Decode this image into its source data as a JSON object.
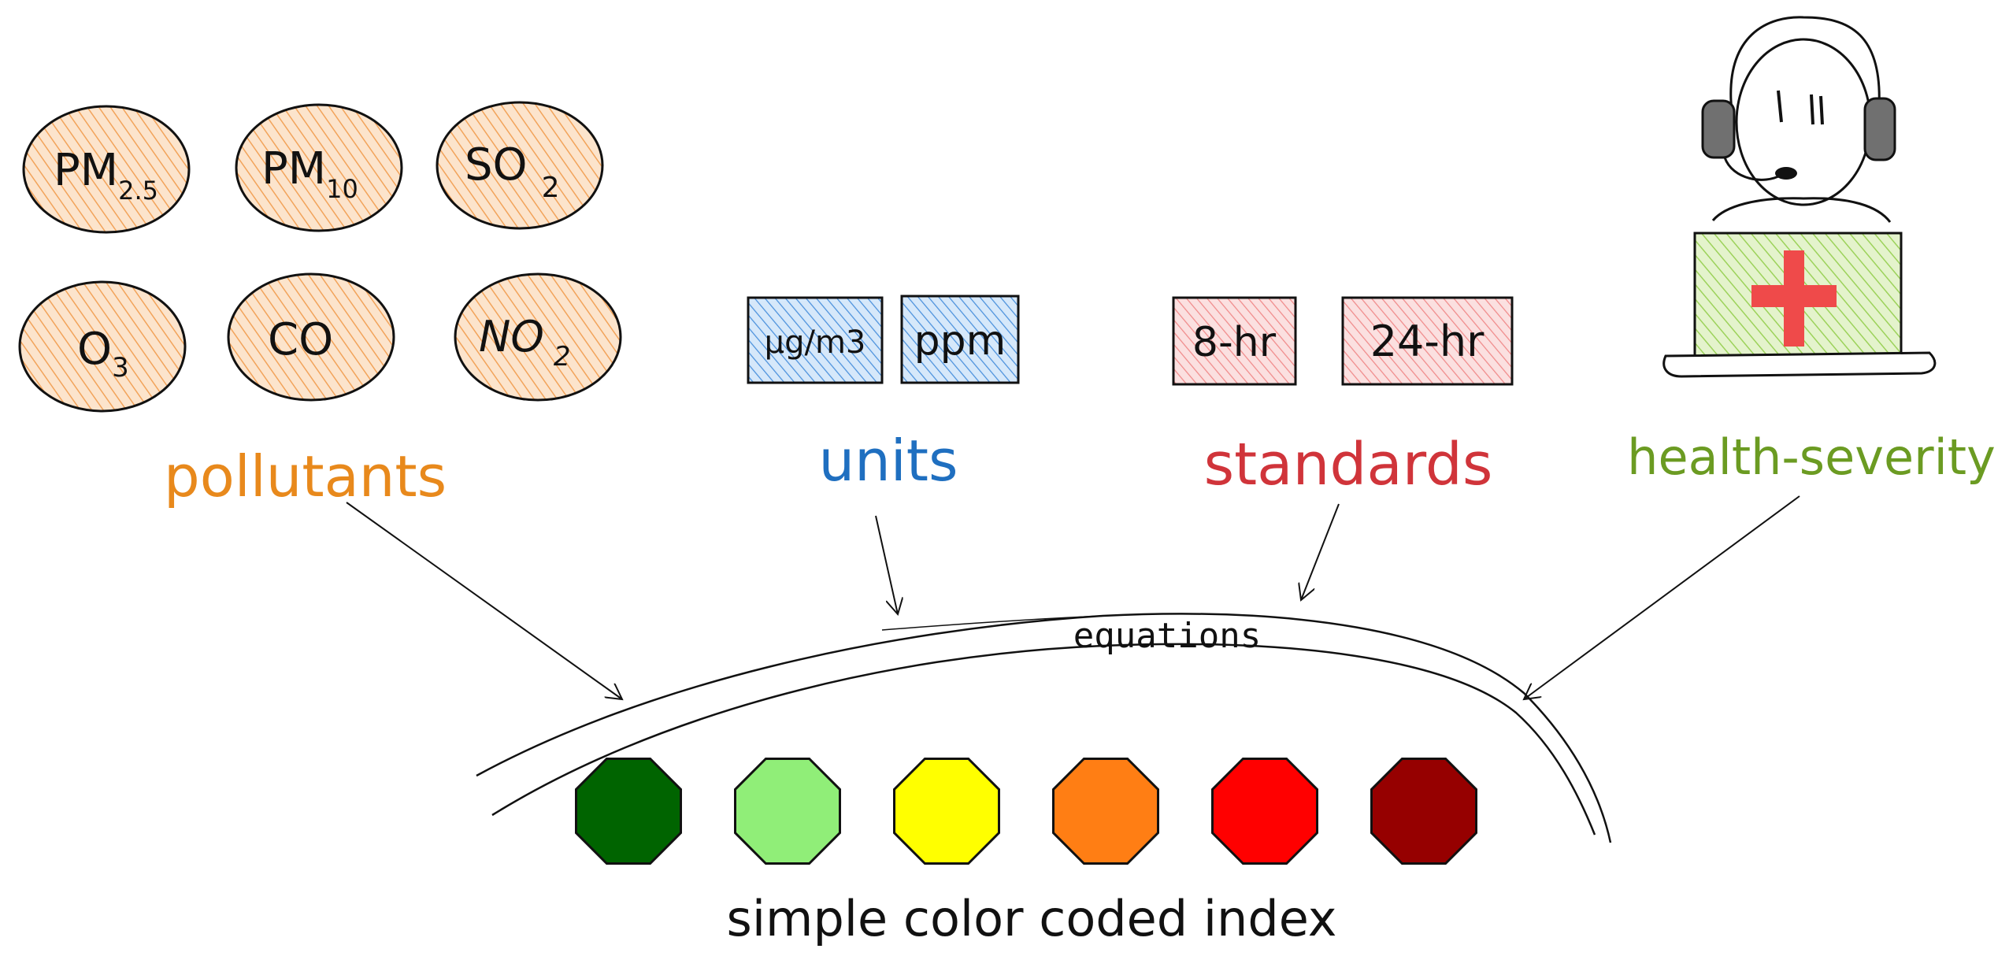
{
  "pollutants": {
    "label": "pollutants",
    "color": "#e8891c",
    "items": [
      {
        "main": "PM",
        "sub": "2.5"
      },
      {
        "main": "PM",
        "sub": "10"
      },
      {
        "main": "SO",
        "sub": "2"
      },
      {
        "main": "O",
        "sub": "3"
      },
      {
        "main": "CO",
        "sub": ""
      },
      {
        "main": "NO",
        "sub": "2"
      }
    ]
  },
  "units": {
    "label": "units",
    "color": "#1f6fc0",
    "items": [
      "µg/m3",
      "ppm"
    ]
  },
  "standards": {
    "label": "standards",
    "color": "#d0343a",
    "items": [
      "8-hr",
      "24-hr"
    ]
  },
  "health": {
    "label": "health-severity",
    "color": "#6b9b22",
    "icon": "operator-with-medical-laptop-icon"
  },
  "equations": {
    "label": "equations"
  },
  "index": {
    "label": "simple color coded index",
    "colors": [
      "#006400",
      "#90ee78",
      "#ffff00",
      "#ff7e14",
      "#ff0000",
      "#960000"
    ]
  }
}
